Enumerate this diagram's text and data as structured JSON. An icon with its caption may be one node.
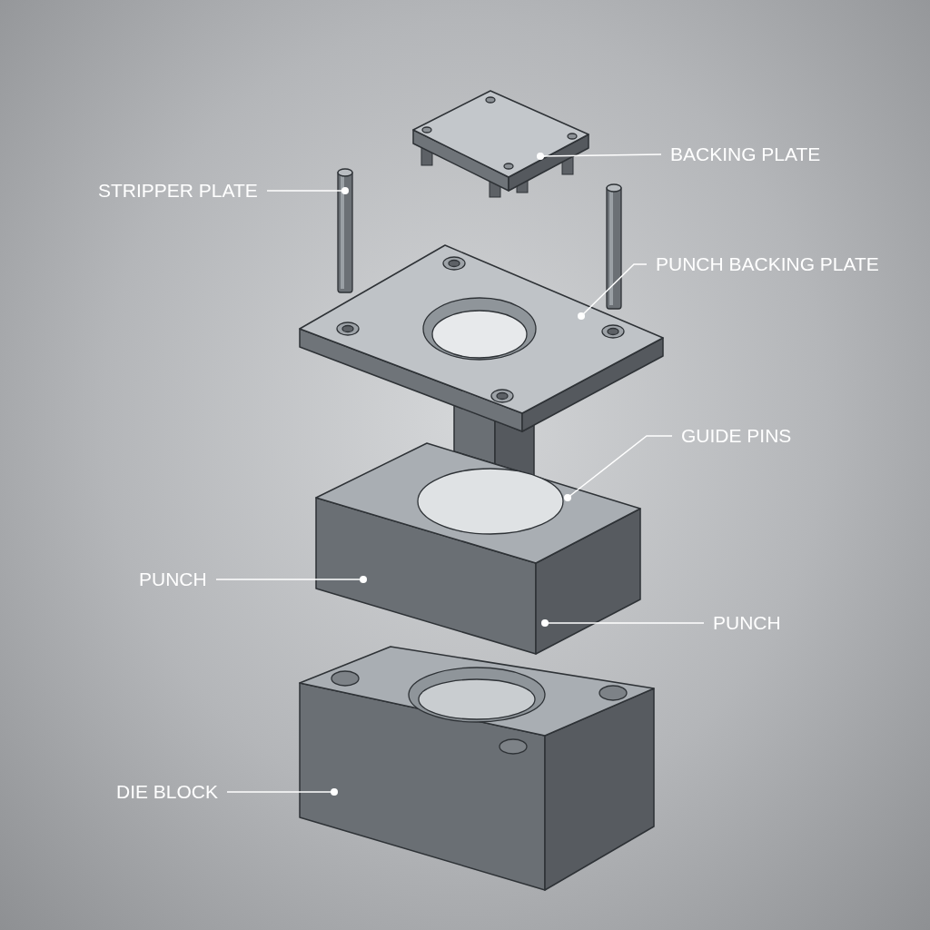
{
  "diagram": {
    "nodes": [
      {
        "text": [
          "BACKING PLATE"
        ]
      },
      {
        "text": [
          "STRIPPER PLATE"
        ]
      },
      {
        "text": [
          "PUNCH BACKING PLATE"
        ]
      },
      {
        "text": [
          "GUIDE PINS"
        ]
      },
      {
        "text": [
          "PUNCH"
        ]
      },
      {
        "text": [
          "PUNCH"
        ]
      },
      {
        "text": [
          "DIE BLOCK"
        ]
      },
      {
        "text": [],
        "shape": "picture"
      },
      {
        "text": [],
        "shape": "picture"
      },
      {
        "text": [],
        "shape": "picture"
      },
      {
        "text": [],
        "shape": "picture"
      },
      {
        "text": [],
        "shape": "picture"
      }
    ],
    "edges": [
      {
        "from": 0,
        "to": 7,
        "arrow": "none"
      },
      {
        "from": 1,
        "to": 8,
        "arrow": "none"
      },
      {
        "from": 2,
        "to": 9,
        "arrow": "none"
      },
      {
        "from": 3,
        "to": 10,
        "arrow": "none"
      },
      {
        "from": 4,
        "to": 10,
        "arrow": "none"
      },
      {
        "from": 5,
        "to": 10,
        "arrow": "none"
      },
      {
        "from": 6,
        "to": 11,
        "arrow": "none"
      }
    ]
  }
}
